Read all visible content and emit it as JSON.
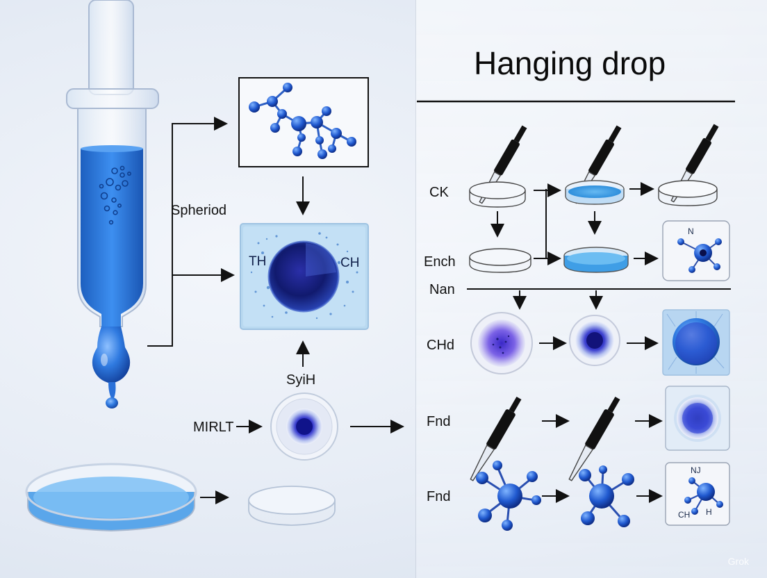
{
  "title": "Hanging drop",
  "left_labels": {
    "spheriod": "Spheriod",
    "syih": "SyiH",
    "mirlt": "MIRLT"
  },
  "center_overlay": {
    "left": "TH",
    "right": "CH"
  },
  "row_labels": {
    "ck": "CK",
    "ench": "Ench",
    "nan": "Nan",
    "chd": "CHd",
    "fnd_1": "Fnd",
    "fnd_2": "Fnd"
  },
  "small_labels": {
    "n_top": "N",
    "n_bottom": "NJ",
    "ch_bottom": "CH",
    "h_bottom": "H"
  },
  "watermark": "Grok",
  "colors": {
    "liquid_blue": "#2a78d8",
    "deep_blue": "#1b2f9a",
    "violet": "#5b3fd6",
    "arrow": "#111111"
  }
}
